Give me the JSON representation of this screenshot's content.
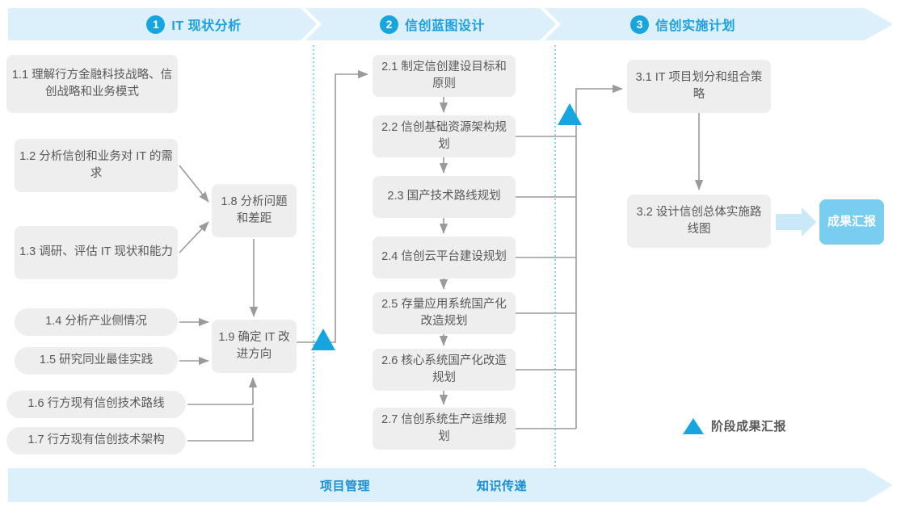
{
  "header": {
    "phases": [
      {
        "number": "1",
        "label": "IT 现状分析"
      },
      {
        "number": "2",
        "label": "信创蓝图设计"
      },
      {
        "number": "3",
        "label": "信创实施计划"
      }
    ]
  },
  "footer": {
    "labels": [
      "项目管理",
      "知识传递"
    ]
  },
  "phase1": {
    "inputs": [
      {
        "id": "1.1",
        "text": "1.1 理解行方金融科技战略、信创战略和业务模式"
      },
      {
        "id": "1.2",
        "text": "1.2 分析信创和业务对 IT 的需求"
      },
      {
        "id": "1.3",
        "text": "1.3 调研、评估 IT 现状和能力"
      },
      {
        "id": "1.4",
        "text": "1.4 分析产业侧情况"
      },
      {
        "id": "1.5",
        "text": "1.5 研究同业最佳实践"
      },
      {
        "id": "1.6",
        "text": "1.6 行方现有信创技术路线"
      },
      {
        "id": "1.7",
        "text": "1.7 行方现有信创技术架构"
      }
    ],
    "synthesis": [
      {
        "id": "1.8",
        "text": "1.8 分析问题和差距"
      },
      {
        "id": "1.9",
        "text": "1.9 确定 IT 改进方向"
      }
    ]
  },
  "phase2": {
    "steps": [
      {
        "id": "2.1",
        "text": "2.1 制定信创建设目标和原则"
      },
      {
        "id": "2.2",
        "text": "2.2 信创基础资源架构规划"
      },
      {
        "id": "2.3",
        "text": "2.3 国产技术路线规划"
      },
      {
        "id": "2.4",
        "text": "2.4 信创云平台建设规划"
      },
      {
        "id": "2.5",
        "text": "2.5 存量应用系统国产化改造规划"
      },
      {
        "id": "2.6",
        "text": "2.6 核心系统国产化改造规划"
      },
      {
        "id": "2.7",
        "text": "2.7 信创系统生产运维规划"
      }
    ]
  },
  "phase3": {
    "steps": [
      {
        "id": "3.1",
        "text": "3.1 IT 项目划分和组合策略"
      },
      {
        "id": "3.2",
        "text": "3.2 设计信创总体实施路线图"
      }
    ],
    "result": "成果汇报"
  },
  "legend": {
    "marker_label": "阶段成果汇报"
  },
  "colors": {
    "banner_bg": "#dcf0fb",
    "accent_blue": "#17a5e0",
    "phase_text": "#1a9fe0",
    "box_bg": "#eeeeef",
    "box_text": "#58595b",
    "result_bg": "#79cdee",
    "wire": "#9a9a9a",
    "divider": "#4fc3e8"
  }
}
